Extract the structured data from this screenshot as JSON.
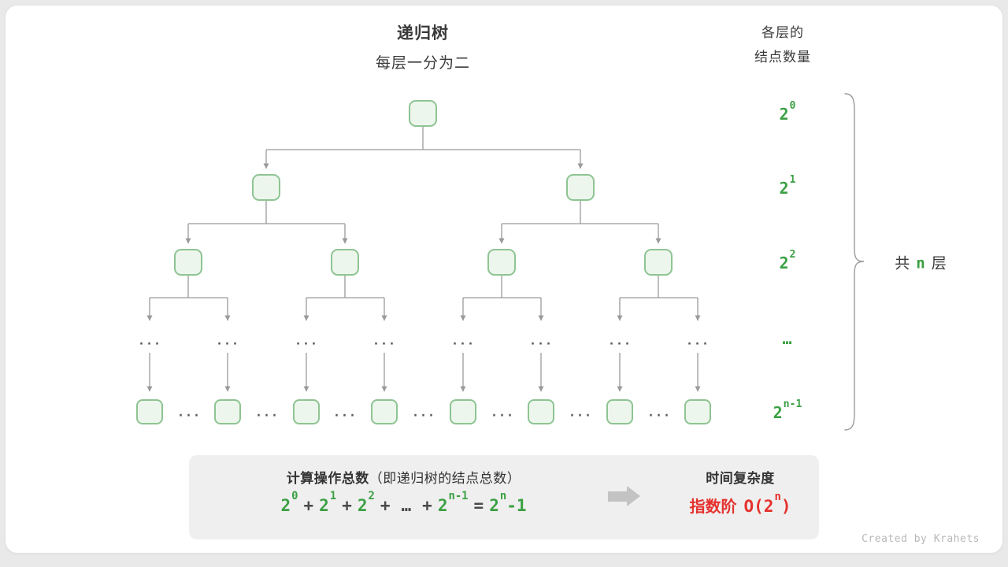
{
  "header": {
    "title": "递归树",
    "subtitle": "每层一分为二",
    "right_title_line1": "各层的",
    "right_title_line2": "结点数量"
  },
  "tree": {
    "ellipsis": "...",
    "level_labels": [
      {
        "base": "2",
        "sup": "0"
      },
      {
        "base": "2",
        "sup": "1"
      },
      {
        "base": "2",
        "sup": "2"
      },
      {
        "base": "…",
        "sup": ""
      },
      {
        "base": "2",
        "sup": "n-1"
      }
    ]
  },
  "brace": {
    "prefix": "共",
    "n": "n",
    "suffix": "层"
  },
  "summary": {
    "title_bold": "计算操作总数",
    "title_note": "（即递归树的结点总数）",
    "formula": {
      "terms": [
        {
          "base": "2",
          "sup": "0"
        },
        {
          "base": "2",
          "sup": "1"
        },
        {
          "base": "2",
          "sup": "2"
        }
      ],
      "plus": "+",
      "dots": "…",
      "last_term": {
        "base": "2",
        "sup": "n-1"
      },
      "equals": "=",
      "result": {
        "base": "2",
        "sup": "n",
        "tail": "-1"
      }
    },
    "right_title": "时间复杂度",
    "complexity": {
      "prefix": "指数阶",
      "open": "O(2",
      "sup": "n",
      "close": ")"
    }
  },
  "watermark": "Created by Krahets",
  "colors": {
    "green": "#3ba043",
    "node_fill": "#edf6ed",
    "node_border": "#8ec492",
    "red": "#e5322e",
    "connector_gray": "#9a9a9a"
  }
}
